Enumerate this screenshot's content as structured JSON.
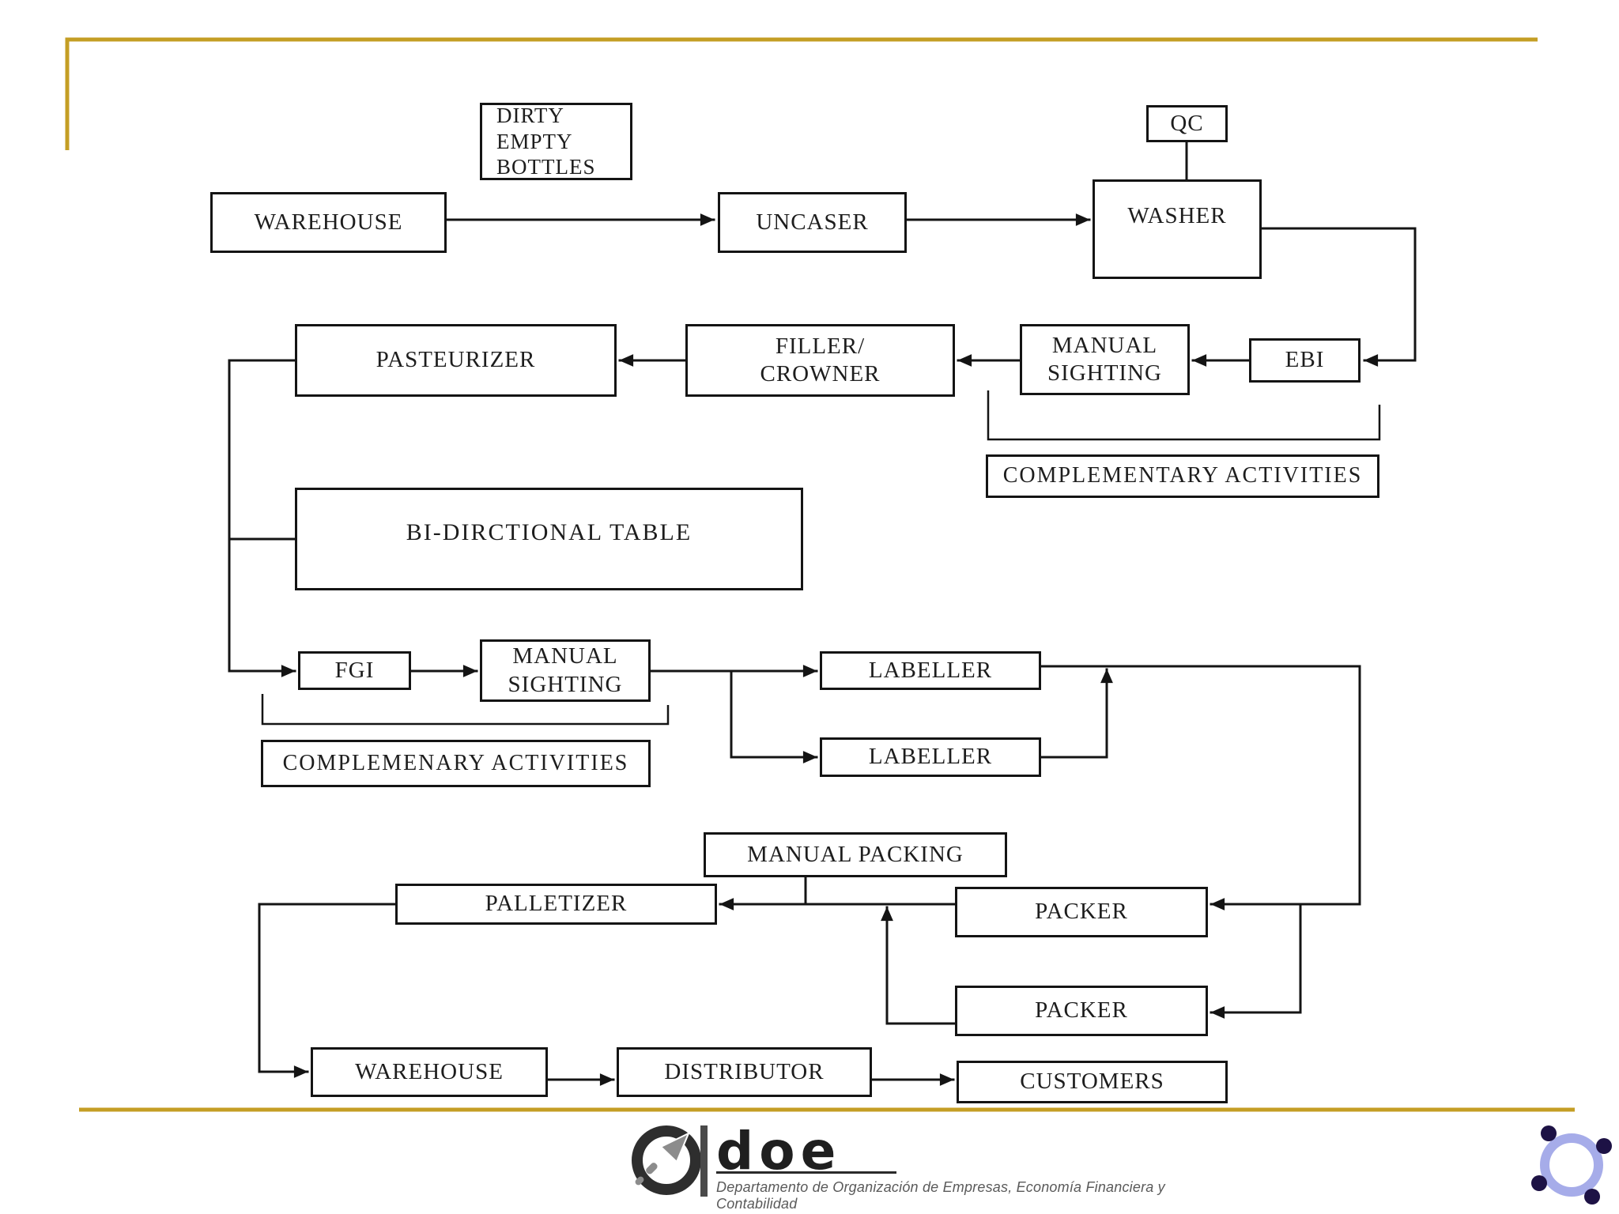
{
  "colors": {
    "ink": "#141414",
    "gold": "#c49e24",
    "paper": "#ffffff",
    "logo-dark": "#2e2e2e",
    "logo-gray": "#5a5a5a",
    "pinwheel-blue": "#a6ace9",
    "pinwheel-navy": "#1d1245"
  },
  "diagram": {
    "nodes": {
      "dirty_empty_bottles": {
        "label": "DIRTY\nEMPTY\nBOTTLES"
      },
      "warehouse_top": {
        "label": "WAREHOUSE"
      },
      "uncaser": {
        "label": "UNCASER"
      },
      "qc": {
        "label": "QC"
      },
      "washer": {
        "label": "WASHER"
      },
      "ebi": {
        "label": "EBI"
      },
      "manual_sighting_top": {
        "label": "MANUAL\nSIGHTING"
      },
      "filler_crowner": {
        "label": "FILLER/\nCROWNER"
      },
      "pasteurizer": {
        "label": "PASTEURIZER"
      },
      "complementary_activities_top": {
        "label": "COMPLEMENTARY ACTIVITIES"
      },
      "bi_directional_table": {
        "label": "BI-DIRCTIONAL TABLE"
      },
      "fgi": {
        "label": "FGI"
      },
      "manual_sighting_mid": {
        "label": "MANUAL\nSIGHTING"
      },
      "complemenary_activities_mid": {
        "label": "COMPLEMENARY ACTIVITIES"
      },
      "labeller_1": {
        "label": "LABELLER"
      },
      "labeller_2": {
        "label": "LABELLER"
      },
      "manual_packing": {
        "label": "MANUAL PACKING"
      },
      "palletizer": {
        "label": "PALLETIZER"
      },
      "packer_1": {
        "label": "PACKER"
      },
      "packer_2": {
        "label": "PACKER"
      },
      "warehouse_bottom": {
        "label": "WAREHOUSE"
      },
      "distributor": {
        "label": "DISTRIBUTOR"
      },
      "customers": {
        "label": "CUSTOMERS"
      }
    }
  },
  "footer": {
    "logo_acronym": "doe",
    "logo_caption": "Departamento de Organización de Empresas, Economía Financiera y Contabilidad"
  }
}
